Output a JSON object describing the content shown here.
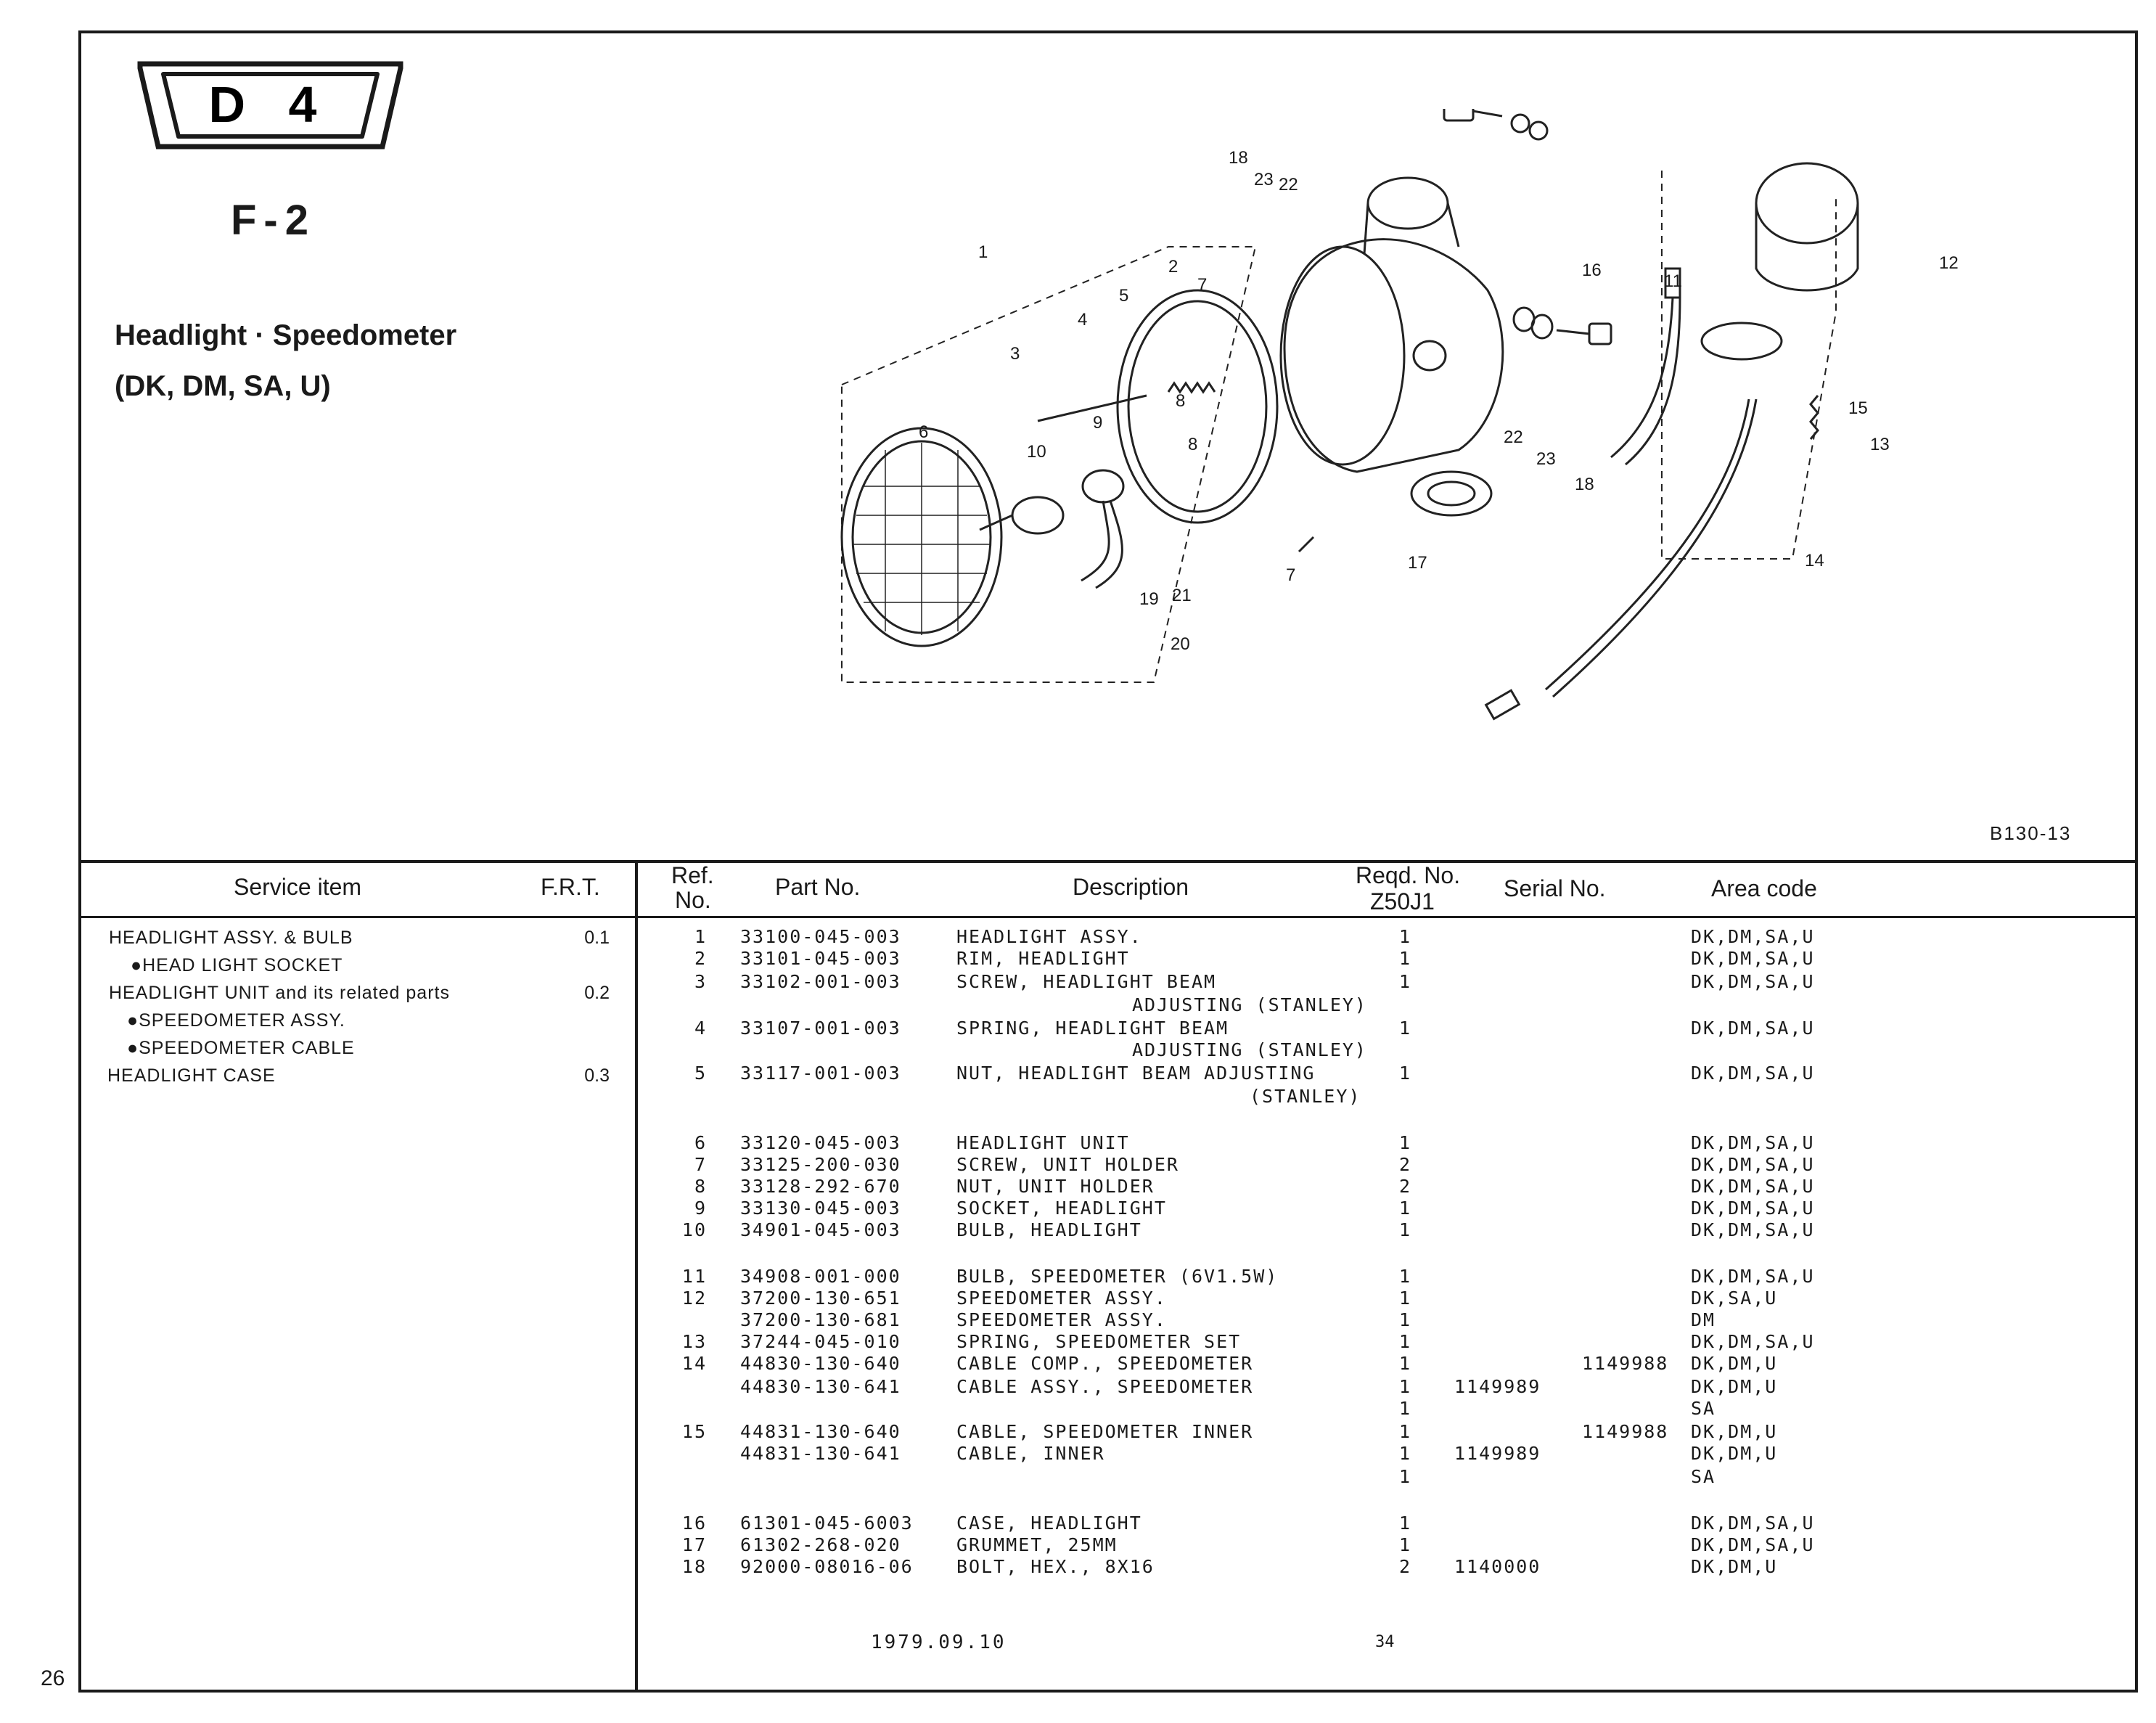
{
  "page_number": "26",
  "badge": {
    "code": "D 4"
  },
  "frt_code": "F-2",
  "title": "Headlight · Speedometer",
  "subtitle": "(DK, DM, SA, U)",
  "diagram": {
    "labels": [
      "1",
      "2",
      "3",
      "4",
      "5",
      "6",
      "7",
      "7",
      "8",
      "8",
      "9",
      "10",
      "11",
      "12",
      "13",
      "14",
      "15",
      "16",
      "17",
      "18",
      "18",
      "19",
      "20",
      "21",
      "22",
      "22",
      "23",
      "23"
    ]
  },
  "figure_id": "B130-13",
  "table": {
    "headers": {
      "service_item": "Service item",
      "frt": "F.R.T.",
      "ref_no_1": "Ref.",
      "ref_no_2": "No.",
      "part_no": "Part No.",
      "description": "Description",
      "reqd_no_1": "Reqd. No.",
      "reqd_no_2": "Z50J1",
      "serial_no": "Serial No.",
      "area_code": "Area code"
    },
    "service_items": [
      {
        "text": "HEADLIGHT ASSY. & BULB",
        "frt": "0.1"
      },
      {
        "text": "●HEAD LIGHT SOCKET",
        "frt": ""
      },
      {
        "text": "HEADLIGHT UNIT and its related parts",
        "frt": "0.2"
      },
      {
        "text": "●SPEEDOMETER ASSY.",
        "frt": ""
      },
      {
        "text": "●SPEEDOMETER CABLE",
        "frt": ""
      },
      {
        "text": "HEADLIGHT CASE",
        "frt": "0.3"
      }
    ],
    "rows": [
      {
        "ref": "1",
        "part": "33100-045-003",
        "desc": "HEADLIGHT ASSY.",
        "qty": "1",
        "serial": "",
        "area": "DK,DM,SA,U"
      },
      {
        "ref": "2",
        "part": "33101-045-003",
        "desc": "RIM, HEADLIGHT",
        "qty": "1",
        "serial": "",
        "area": "DK,DM,SA,U"
      },
      {
        "ref": "3",
        "part": "33102-001-003",
        "desc": "SCREW, HEADLIGHT BEAM",
        "qty": "1",
        "serial": "",
        "area": "DK,DM,SA,U"
      },
      {
        "ref": "",
        "part": "",
        "desc": "ADJUSTING (STANLEY)",
        "qty": "",
        "serial": "",
        "area": ""
      },
      {
        "ref": "4",
        "part": "33107-001-003",
        "desc": "SPRING, HEADLIGHT BEAM",
        "qty": "1",
        "serial": "",
        "area": "DK,DM,SA,U"
      },
      {
        "ref": "",
        "part": "",
        "desc": "ADJUSTING (STANLEY)",
        "qty": "",
        "serial": "",
        "area": ""
      },
      {
        "ref": "5",
        "part": "33117-001-003",
        "desc": "NUT, HEADLIGHT BEAM ADJUSTING",
        "qty": "1",
        "serial": "",
        "area": "DK,DM,SA,U"
      },
      {
        "ref": "",
        "part": "",
        "desc": "(STANLEY)",
        "qty": "",
        "serial": "",
        "area": ""
      },
      {
        "ref": "6",
        "part": "33120-045-003",
        "desc": "HEADLIGHT UNIT",
        "qty": "1",
        "serial": "",
        "area": "DK,DM,SA,U"
      },
      {
        "ref": "7",
        "part": "33125-200-030",
        "desc": "SCREW, UNIT HOLDER",
        "qty": "2",
        "serial": "",
        "area": "DK,DM,SA,U"
      },
      {
        "ref": "8",
        "part": "33128-292-670",
        "desc": "NUT, UNIT HOLDER",
        "qty": "2",
        "serial": "",
        "area": "DK,DM,SA,U"
      },
      {
        "ref": "9",
        "part": "33130-045-003",
        "desc": "SOCKET, HEADLIGHT",
        "qty": "1",
        "serial": "",
        "area": "DK,DM,SA,U"
      },
      {
        "ref": "10",
        "part": "34901-045-003",
        "desc": "BULB, HEADLIGHT",
        "qty": "1",
        "serial": "",
        "area": "DK,DM,SA,U"
      },
      {
        "ref": "11",
        "part": "34908-001-000",
        "desc": "BULB, SPEEDOMETER (6V1.5W)",
        "qty": "1",
        "serial": "",
        "area": "DK,DM,SA,U"
      },
      {
        "ref": "12",
        "part": "37200-130-651",
        "desc": "SPEEDOMETER ASSY.",
        "qty": "1",
        "serial": "",
        "area": "DK,SA,U"
      },
      {
        "ref": "",
        "part": "37200-130-681",
        "desc": "SPEEDOMETER ASSY.",
        "qty": "1",
        "serial": "",
        "area": "DM"
      },
      {
        "ref": "13",
        "part": "37244-045-010",
        "desc": "SPRING, SPEEDOMETER SET",
        "qty": "1",
        "serial": "",
        "area": "DK,DM,SA,U"
      },
      {
        "ref": "14",
        "part": "44830-130-640",
        "desc": "CABLE COMP., SPEEDOMETER",
        "qty": "1",
        "serial": "1149988",
        "area": "DK,DM,U"
      },
      {
        "ref": "",
        "part": "44830-130-641",
        "desc": "CABLE ASSY., SPEEDOMETER",
        "qty": "1",
        "serial": "1149989",
        "area": "DK,DM,U"
      },
      {
        "ref": "",
        "part": "",
        "desc": "",
        "qty": "1",
        "serial": "",
        "area": "SA"
      },
      {
        "ref": "15",
        "part": "44831-130-640",
        "desc": "CABLE, SPEEDOMETER INNER",
        "qty": "1",
        "serial": "1149988",
        "area": "DK,DM,U"
      },
      {
        "ref": "",
        "part": "44831-130-641",
        "desc": "CABLE, INNER",
        "qty": "1",
        "serial": "1149989",
        "area": "DK,DM,U"
      },
      {
        "ref": "",
        "part": "",
        "desc": "",
        "qty": "1",
        "serial": "",
        "area": "SA"
      },
      {
        "ref": "16",
        "part": "61301-045-6003",
        "desc": "CASE, HEADLIGHT",
        "qty": "1",
        "serial": "",
        "area": "DK,DM,SA,U"
      },
      {
        "ref": "17",
        "part": "61302-268-020",
        "desc": "GRUMMET, 25MM",
        "qty": "1",
        "serial": "",
        "area": "DK,DM,SA,U"
      },
      {
        "ref": "18",
        "part": "92000-08016-06",
        "desc": "BOLT, HEX., 8X16",
        "qty": "2",
        "serial": "1140000",
        "area": "DK,DM,U"
      }
    ],
    "footer_date": "1979.09.10",
    "footer_page": "34"
  }
}
